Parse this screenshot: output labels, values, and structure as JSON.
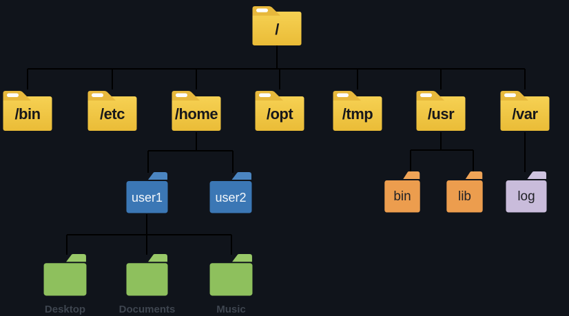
{
  "diagram": {
    "title": "linux filesystem hierarchy tree",
    "background": "#10141b",
    "connector_color": "#000000"
  },
  "palette": {
    "yellow": {
      "body_top": "#f6d153",
      "body_bottom": "#eabc37",
      "tab": "#e7b83c",
      "stripe": "#fdfdfd"
    },
    "blue": {
      "body": "#3b77b5",
      "tab": "#4b85c1"
    },
    "orange": {
      "body": "#ec9d4e",
      "tab": "#f0a457"
    },
    "lavender": {
      "body": "#c9bcdb",
      "tab": "#cfc4e0"
    },
    "green": {
      "body": "#8ec05d",
      "tab": "#99c968"
    }
  },
  "nodes": {
    "root": {
      "label": "/",
      "color": "#f0c63f"
    },
    "bin": {
      "label": "/bin",
      "color": "#f0c63f"
    },
    "etc": {
      "label": "/etc",
      "color": "#f0c63f"
    },
    "home": {
      "label": "/home",
      "color": "#f0c63f"
    },
    "opt": {
      "label": "/opt",
      "color": "#f0c63f"
    },
    "tmp": {
      "label": "/tmp",
      "color": "#f0c63f"
    },
    "usr": {
      "label": "/usr",
      "color": "#f0c63f"
    },
    "var": {
      "label": "/var",
      "color": "#f0c63f"
    },
    "user1": {
      "label": "user1",
      "color": "#3b77b5"
    },
    "user2": {
      "label": "user2",
      "color": "#3b77b5"
    },
    "usr_bin": {
      "label": "bin",
      "color": "#ec9d4e"
    },
    "usr_lib": {
      "label": "lib",
      "color": "#ec9d4e"
    },
    "var_log": {
      "label": "log",
      "color": "#c9bcdb"
    },
    "desktop": {
      "label": "Desktop",
      "color": "#8ec05d"
    },
    "documents": {
      "label": "Documents",
      "color": "#8ec05d"
    },
    "music": {
      "label": "Music",
      "color": "#8ec05d"
    }
  },
  "hierarchy": {
    "/": [
      "/bin",
      "/etc",
      "/home",
      "/opt",
      "/tmp",
      "/usr",
      "/var"
    ],
    "/home": [
      "user1",
      "user2"
    ],
    "/usr": [
      "bin",
      "lib"
    ],
    "/var": [
      "log"
    ],
    "user1": [
      "Desktop",
      "Documents",
      "Music"
    ]
  }
}
